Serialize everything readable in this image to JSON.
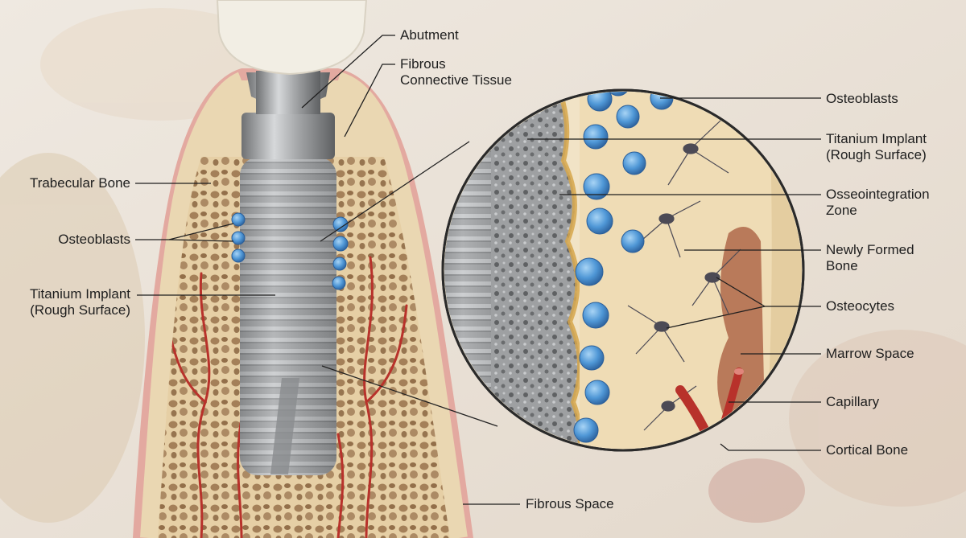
{
  "labels": {
    "abutment": "Abutment",
    "fibrous_connective_tissue": "Fibrous\nConnective Tissue",
    "trabecular_bone": "Trabecular Bone",
    "osteoblasts_left": "Osteoblasts",
    "titanium_implant_left": "Titanium Implant\n(Rough Surface)",
    "fibrous_space": "Fibrous Space",
    "osteoblasts_right": "Osteoblasts",
    "titanium_implant_right": "Titanium Implant\n(Rough Surface)",
    "osseointegration_zone": "Osseointegration\nZone",
    "newly_formed_bone": "Newly Formed\nBone",
    "osteocytes": "Osteocytes",
    "marrow_space": "Marrow Space",
    "capillary": "Capillary",
    "cortical_bone": "Cortical Bone"
  },
  "colors": {
    "bone_cortex": "#e8d3ad",
    "bone_marrow": "#a98660",
    "gum": "#e3a9a0",
    "titanium": "#a7a9ab",
    "crown": "#f2eee4",
    "osteoblast": "#4f97d6",
    "vessel": "#b8322b",
    "osteocyte": "#4c4a55"
  }
}
